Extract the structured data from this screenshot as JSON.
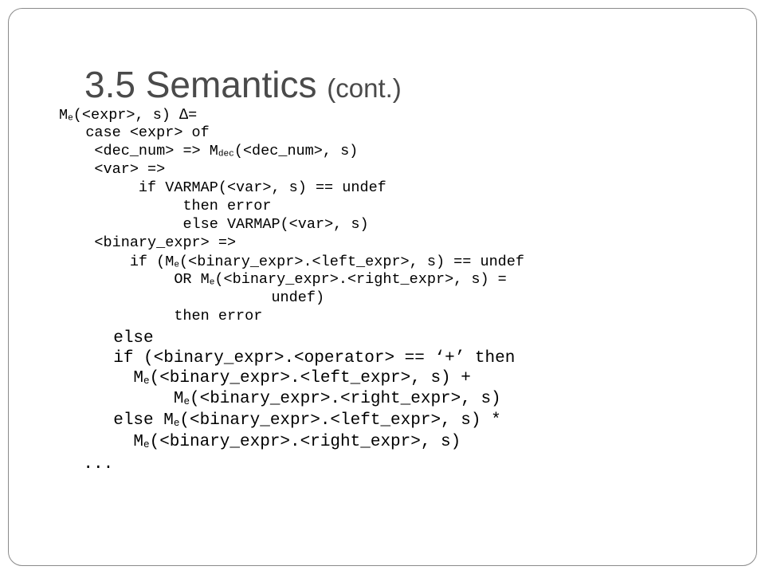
{
  "slide": {
    "title_main": "3.5 Semantics ",
    "title_sub": "(cont.)",
    "lines": [
      {
        "indent": "",
        "segments": [
          {
            "t": "M"
          },
          {
            "t": "e",
            "sub": true
          },
          {
            "t": "(<expr>, s) "
          },
          {
            "t": "∆="
          }
        ]
      },
      {
        "indent": "   ",
        "segments": [
          {
            "t": "case <expr> of"
          }
        ]
      },
      {
        "indent": "    ",
        "segments": [
          {
            "t": "<dec_num> => M"
          },
          {
            "t": "dec",
            "sub": true
          },
          {
            "t": "(<dec_num>, s)"
          }
        ]
      },
      {
        "indent": "    ",
        "segments": [
          {
            "t": "<var> =>"
          }
        ]
      },
      {
        "indent": "         ",
        "segments": [
          {
            "t": "if VARMAP(<var>, s) == undef"
          }
        ]
      },
      {
        "indent": "              ",
        "segments": [
          {
            "t": "then error"
          }
        ]
      },
      {
        "indent": "              ",
        "segments": [
          {
            "t": "else VARMAP(<var>, s)"
          }
        ]
      },
      {
        "indent": "    ",
        "segments": [
          {
            "t": "<binary_expr> =>"
          }
        ]
      },
      {
        "indent": "        ",
        "segments": [
          {
            "t": "if (M"
          },
          {
            "t": "e",
            "sub": true
          },
          {
            "t": "(<binary_expr>.<left_expr>, s) == undef"
          }
        ]
      },
      {
        "indent": "             ",
        "segments": [
          {
            "t": "OR M"
          },
          {
            "t": "e",
            "sub": true
          },
          {
            "t": "(<binary_expr>.<right_expr>, s) ="
          }
        ]
      },
      {
        "indent": "                        ",
        "segments": [
          {
            "t": "undef)"
          }
        ]
      },
      {
        "indent": "             ",
        "segments": [
          {
            "t": "then error"
          }
        ]
      },
      {
        "indent": "       ",
        "segments": [
          {
            "t": "else"
          }
        ]
      },
      {
        "indent": "       ",
        "segments": [
          {
            "t": "if (<binary_expr>.<operator> == ‘+’ then"
          }
        ]
      },
      {
        "indent": "         ",
        "segments": [
          {
            "t": "M"
          },
          {
            "t": "e",
            "sub": true
          },
          {
            "t": "(<binary_expr>.<left_expr>, s) +"
          }
        ]
      },
      {
        "indent": "             ",
        "segments": [
          {
            "t": "M"
          },
          {
            "t": "e",
            "sub": true
          },
          {
            "t": "(<binary_expr>.<right_expr>, s)"
          }
        ]
      },
      {
        "indent": "       ",
        "segments": [
          {
            "t": "else M"
          },
          {
            "t": "e",
            "sub": true
          },
          {
            "t": "(<binary_expr>.<left_expr>, s) *"
          }
        ]
      },
      {
        "indent": "         ",
        "segments": [
          {
            "t": "M"
          },
          {
            "t": "e",
            "sub": true
          },
          {
            "t": "(<binary_expr>.<right_expr>, s)"
          }
        ]
      },
      {
        "indent": "    ",
        "segments": [
          {
            "t": "..."
          }
        ]
      }
    ]
  }
}
